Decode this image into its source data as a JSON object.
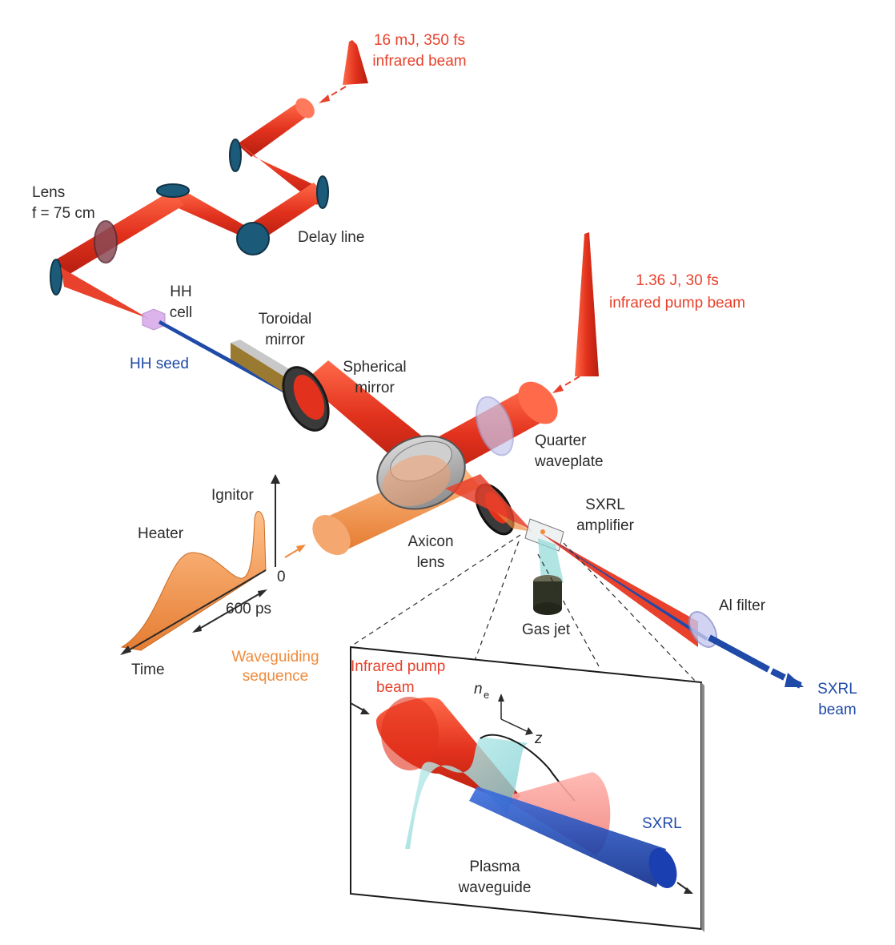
{
  "labels": {
    "ir_beam": [
      "16 mJ, 350 fs",
      "infrared beam"
    ],
    "lens": [
      "Lens",
      "f = 75 cm"
    ],
    "delay_line": "Delay line",
    "hh_cell": [
      "HH",
      "cell"
    ],
    "hh_seed": "HH seed",
    "toroidal_mirror": [
      "Toroidal",
      "mirror"
    ],
    "spherical_mirror": [
      "Spherical",
      "mirror"
    ],
    "pump_beam": [
      "1.36 J, 30 fs",
      "infrared pump beam"
    ],
    "quarter_waveplate": [
      "Quarter",
      "waveplate"
    ],
    "ignitor": "Ignitor",
    "heater": "Heater",
    "zero": "0",
    "ps600": "600 ps",
    "time": "Time",
    "waveguiding_sequence": [
      "Waveguiding",
      "sequence"
    ],
    "axicon_lens": [
      "Axicon",
      "lens"
    ],
    "sxrl_amplifier": [
      "SXRL",
      "amplifier"
    ],
    "gas_jet": "Gas jet",
    "al_filter": "Al filter",
    "sxrl_beam": [
      "SXRL",
      "beam"
    ],
    "inset_pump": [
      "Infrared pump",
      "beam"
    ],
    "ne_label": "n",
    "ne_sub": "e",
    "z_label": "z",
    "inset_sxrl": "SXRL",
    "plasma_waveguide": [
      "Plasma",
      "waveguide"
    ]
  },
  "colors": {
    "red_beam": "#e8412c",
    "blue_beam": "#1f4aa8",
    "orange_beam": "#f08a3c",
    "text": "#2b2b2b",
    "mirror_dark": "#1c5a7a",
    "cyan_plasma": "#7fd6d8"
  }
}
